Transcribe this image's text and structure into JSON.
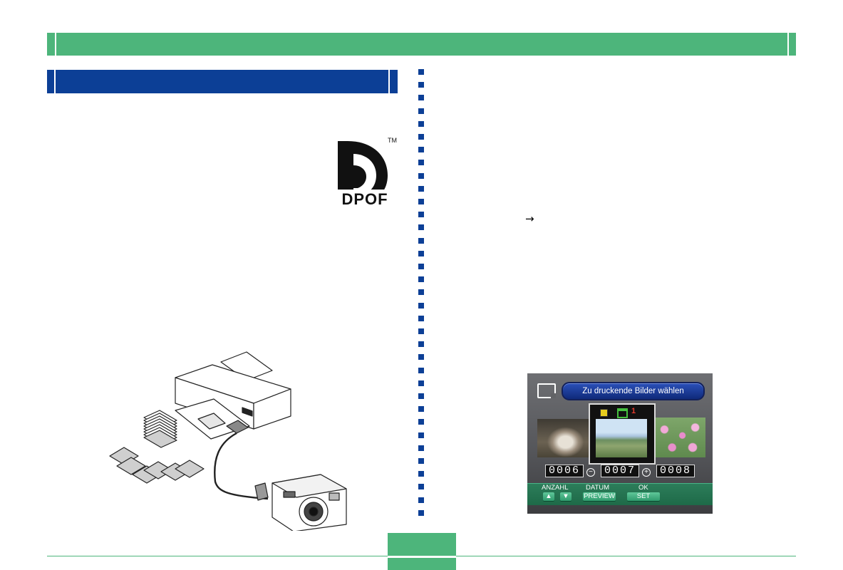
{
  "header": {
    "bar_color": "#4db57b",
    "section_bar_color": "#0c3f96"
  },
  "logo": {
    "text": "DPOF",
    "trademark": "TM"
  },
  "arrow": {
    "glyph": "→"
  },
  "illustration": {
    "icon": "printer-memory-card-camera-illustration"
  },
  "lcd": {
    "title": "Zu druckende Bilder wählen",
    "selected_quantity": "1",
    "frames": {
      "prev": "0006",
      "current": "0007",
      "next": "0008"
    },
    "signs": {
      "minus": "−",
      "plus": "+"
    },
    "soft_keys": {
      "anzahl_label": "ANZAHL",
      "datum_label": "DATUM",
      "ok_label": "OK",
      "up_key": "▲",
      "down_key": "▼",
      "preview_key": "PREVIEW",
      "set_key": "SET"
    }
  }
}
